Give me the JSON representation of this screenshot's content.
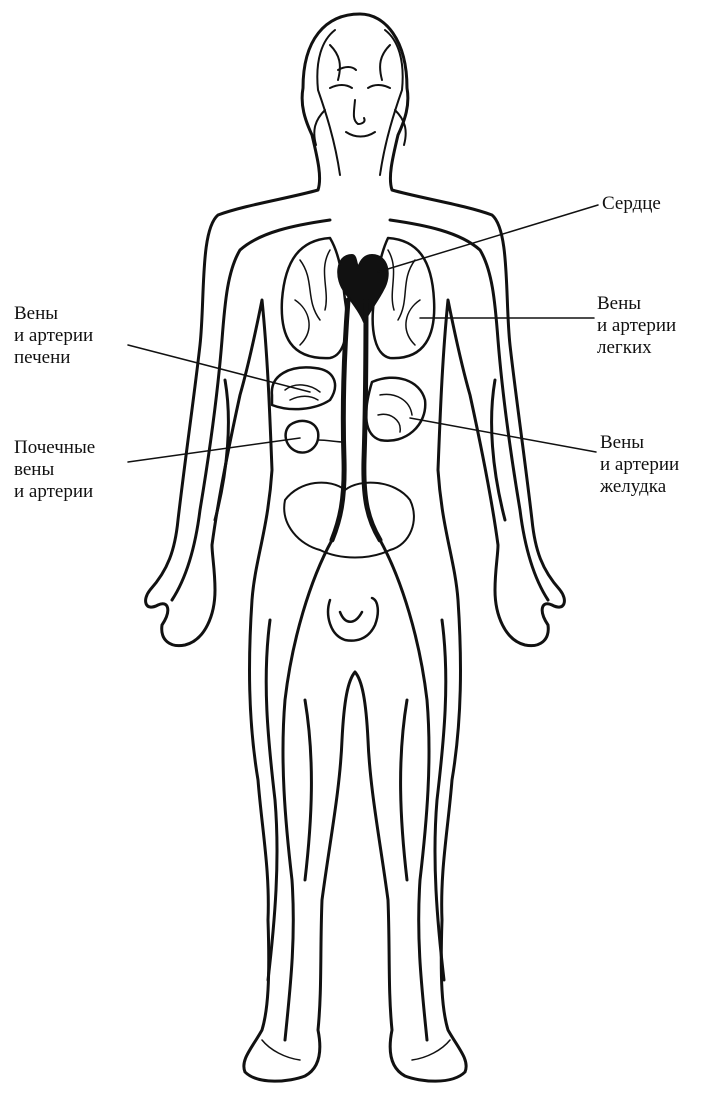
{
  "diagram": {
    "labels": {
      "heart": {
        "lines": [
          "Сердце"
        ]
      },
      "liver": {
        "lines": [
          "Вены",
          "и артерии",
          "печени"
        ]
      },
      "lungs": {
        "lines": [
          "Вены",
          "и артерии",
          "легких"
        ]
      },
      "kidney": {
        "lines": [
          "Почечные",
          "вены",
          "и артерии"
        ]
      },
      "stomach": {
        "lines": [
          "Вены",
          "и артерии",
          "желудка"
        ]
      }
    },
    "colors": {
      "ink": "#111111",
      "background": "#ffffff"
    }
  }
}
